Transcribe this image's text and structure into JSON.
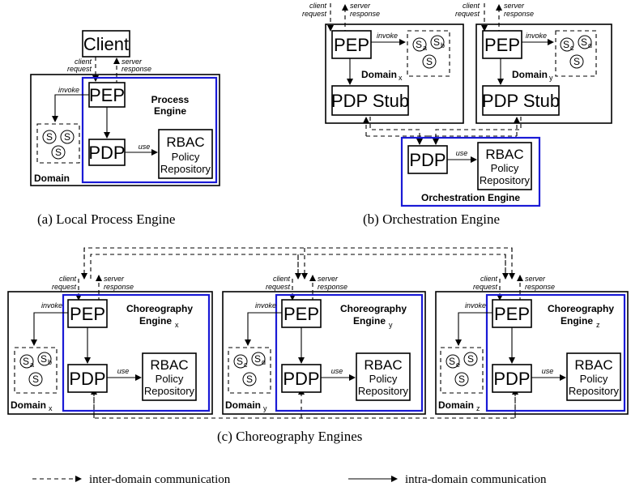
{
  "labels": {
    "client": "Client",
    "pep": "PEP",
    "pdp": "PDP",
    "pdp_stub": "PDP Stub",
    "rbac": "RBAC",
    "policy": "Policy",
    "repository": "Repository",
    "client_request_1": "client",
    "client_request_2": "request",
    "server_response_1": "server",
    "server_response_2": "response",
    "invoke": "invoke",
    "use": "use",
    "service": "S",
    "domain": "Domain",
    "process_engine_1": "Process",
    "process_engine_2": "Engine",
    "orchestration_engine": "Orchestration Engine",
    "choreography_engine_1": "Choreography",
    "choreography_engine_2": "Engine",
    "sub_x": "x",
    "sub_y": "y",
    "sub_z": "z",
    "svc_a": "a",
    "svc_b": "b",
    "svc_c": "c",
    "svc_d": "d",
    "svc_e": "e"
  },
  "captions": {
    "a": "(a)  Local Process Engine",
    "b": "(b)  Orchestration Engine",
    "c": "(c)  Choreography Engines"
  },
  "legend": {
    "inter": "inter-domain communication",
    "intra": "intra-domain communication"
  },
  "colors": {
    "engine_border": "#1a1ad6"
  }
}
